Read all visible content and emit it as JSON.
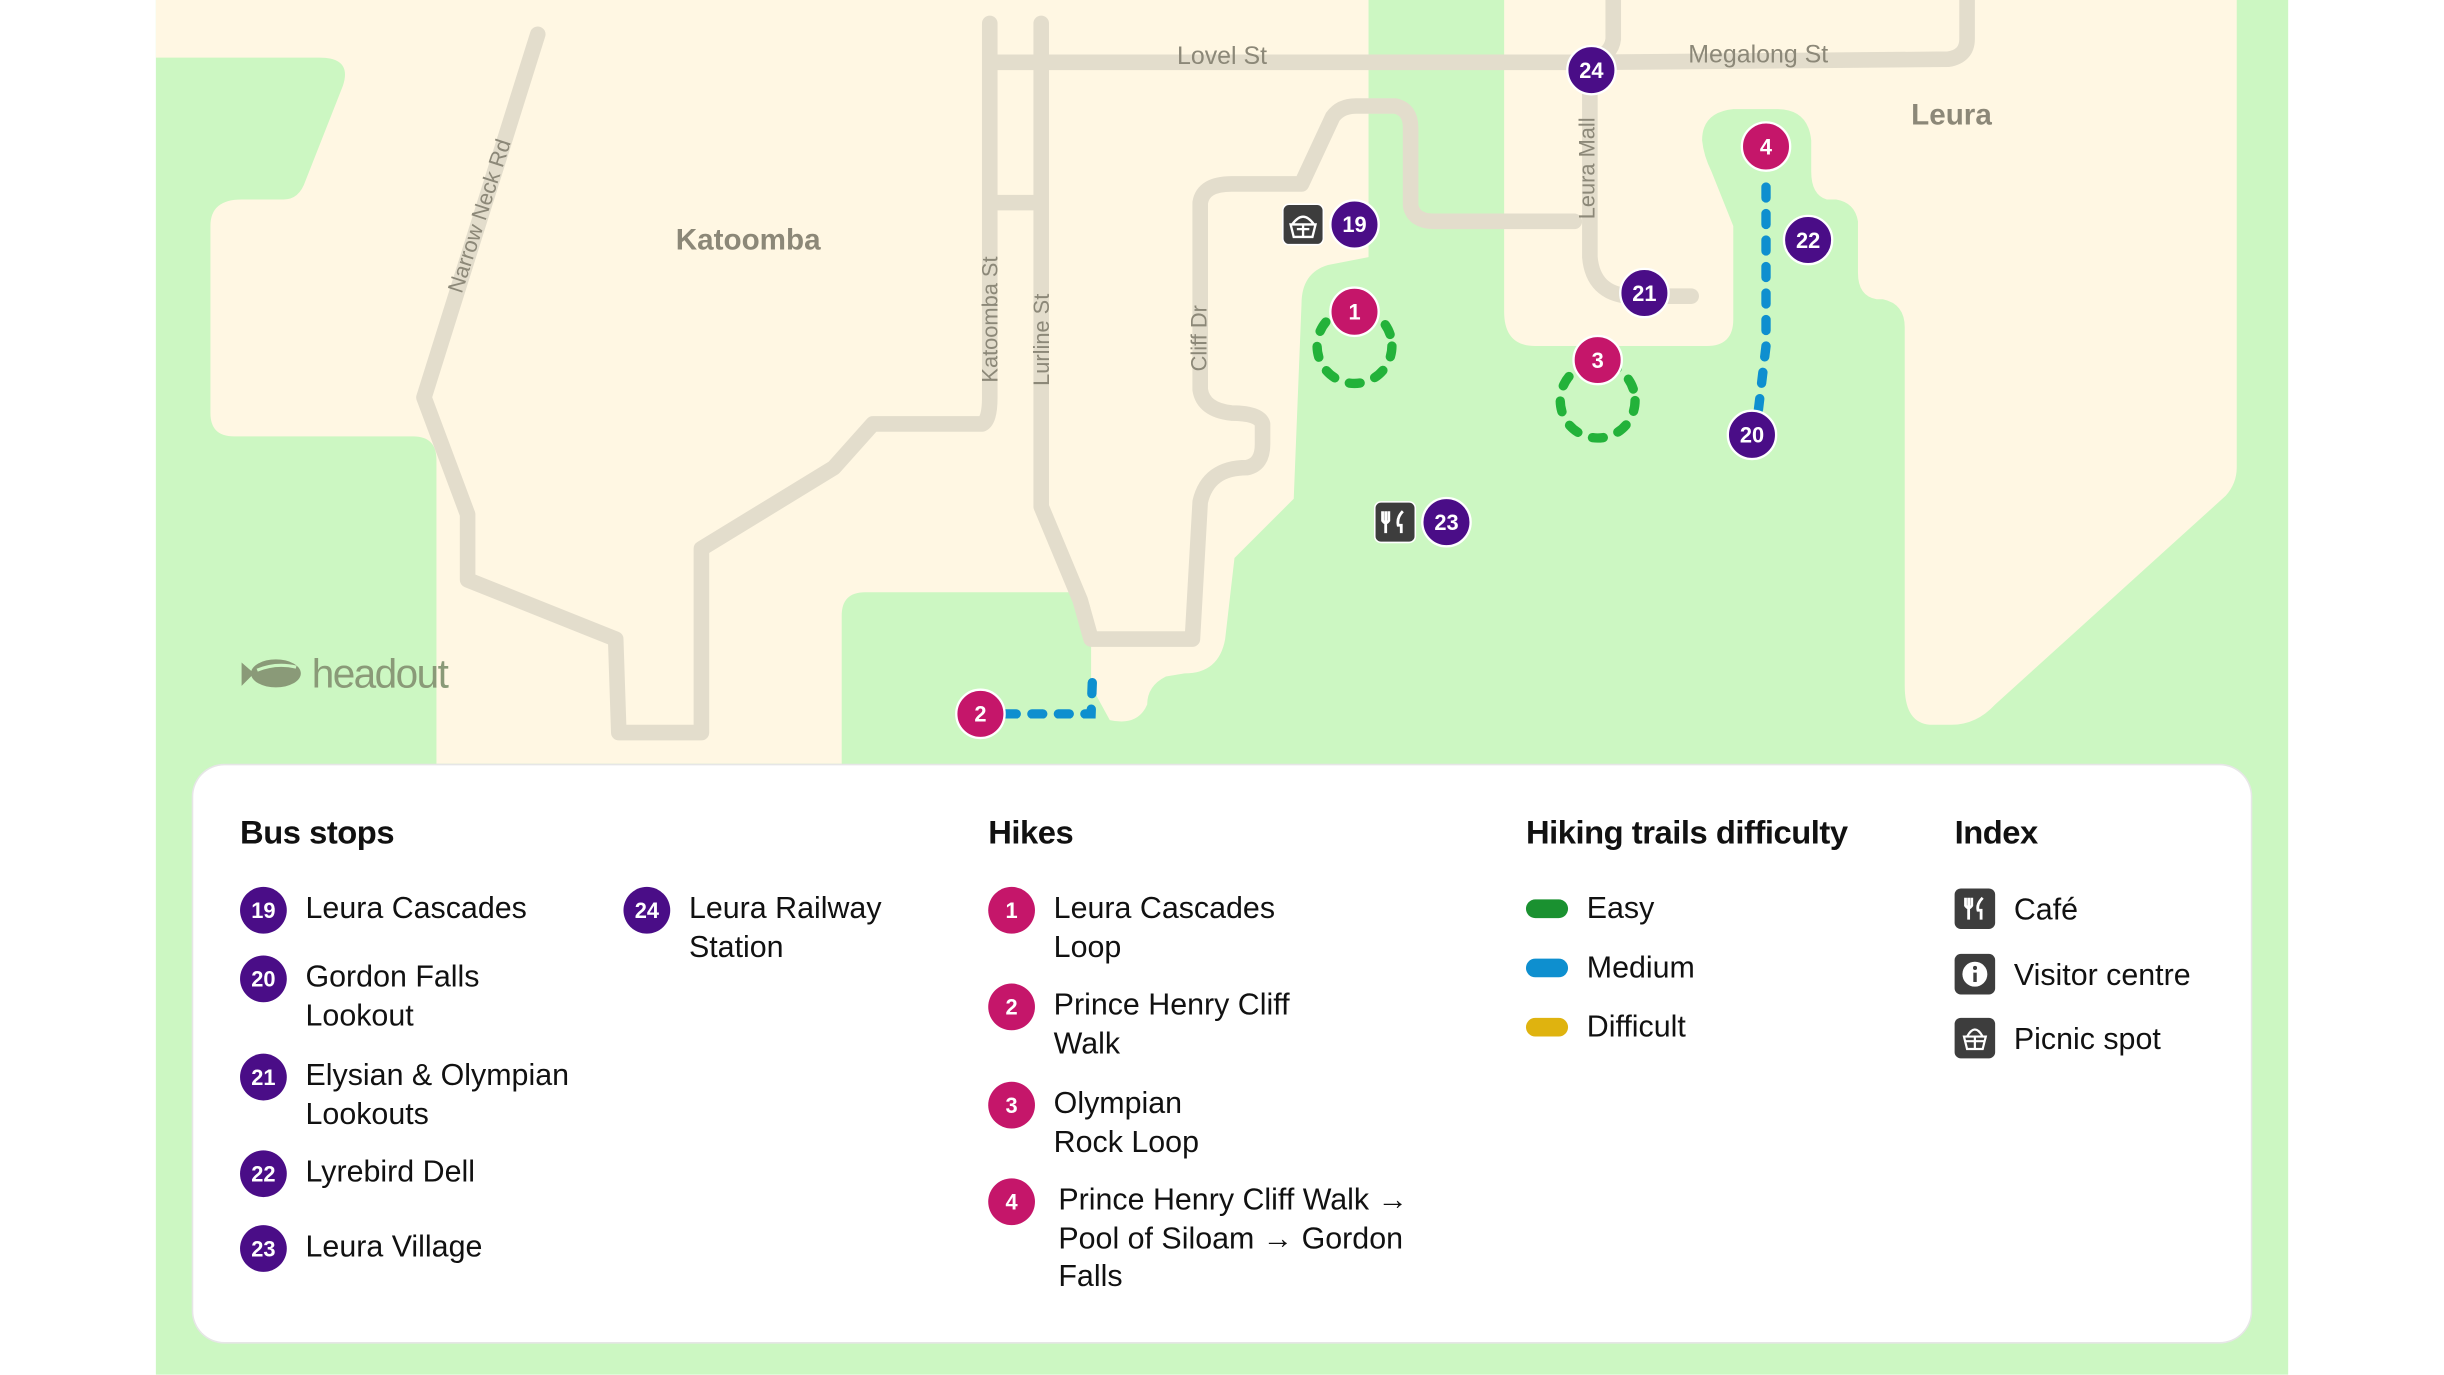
{
  "map": {
    "places": {
      "katoomba": "Katoomba",
      "leura": "Leura"
    },
    "streets": {
      "lovel": "Lovel St",
      "megalong": "Megalong St",
      "narrow_neck": "Narrow Neck Rd",
      "katoomba_st": "Katoomba St",
      "lurline": "Lurline St",
      "cliff_dr": "Cliff Dr",
      "leura_mall": "Leura Mall"
    },
    "brand": "headout",
    "markers": {
      "bus": [
        "19",
        "20",
        "21",
        "22",
        "23",
        "24"
      ],
      "hikes": [
        "1",
        "2",
        "3",
        "4"
      ]
    }
  },
  "colors": {
    "bus": "#4a0d87",
    "hike": "#c5166a",
    "easy": "#1a9130",
    "medium": "#0e8fcf",
    "difficult": "#dfb30f",
    "land": "#fff7e3",
    "forest": "#ccf7c2",
    "road": "#e3ddcc"
  },
  "legend": {
    "bus_title": "Bus stops",
    "bus_stops": [
      {
        "num": "19",
        "label": "Leura Cascades"
      },
      {
        "num": "20",
        "label": "Gordon Falls Lookout"
      },
      {
        "num": "21",
        "label": "Elysian & Olympian Lookouts"
      },
      {
        "num": "22",
        "label": "Lyrebird Dell"
      },
      {
        "num": "23",
        "label": "Leura Village"
      },
      {
        "num": "24",
        "label": "Leura Railway Station"
      }
    ],
    "hikes_title": "Hikes",
    "hikes": [
      {
        "num": "1",
        "label": "Leura Cascades Loop"
      },
      {
        "num": "2",
        "label": "Prince Henry Cliff Walk"
      },
      {
        "num": "3",
        "label": "Olympian Rock Loop"
      },
      {
        "num": "4",
        "label": "Prince Henry Cliff Walk → Pool of Siloam → Gordon Falls"
      }
    ],
    "difficulty_title": "Hiking trails difficulty",
    "difficulty": [
      {
        "label": "Easy"
      },
      {
        "label": "Medium"
      },
      {
        "label": "Difficult"
      }
    ],
    "index_title": "Index",
    "index": [
      {
        "icon": "cafe-icon",
        "label": "Café"
      },
      {
        "icon": "info-icon",
        "label": "Visitor centre"
      },
      {
        "icon": "picnic-basket-icon",
        "label": "Picnic spot"
      }
    ]
  }
}
